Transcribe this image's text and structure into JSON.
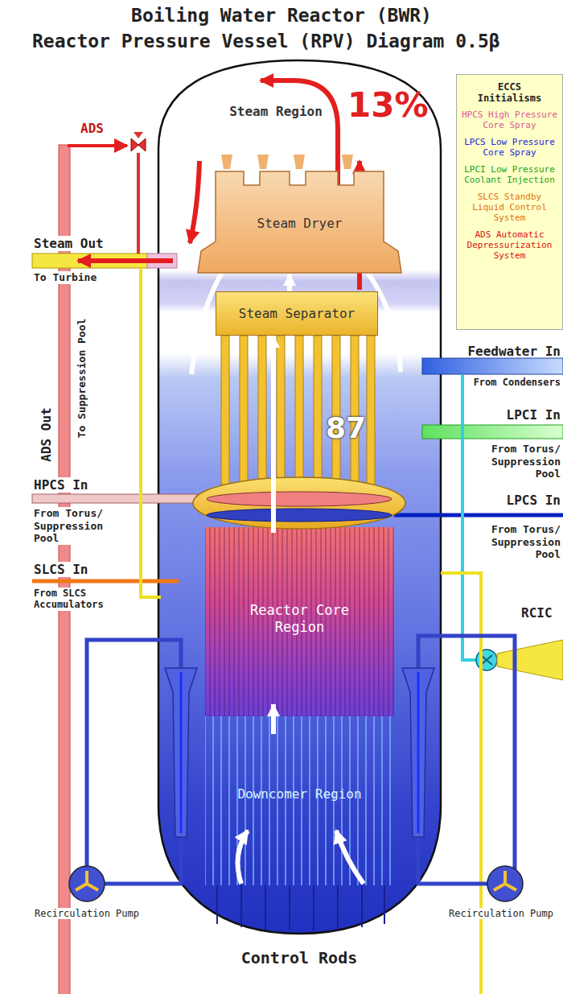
{
  "diagram": {
    "title": "Boiling Water Reactor (BWR)",
    "nodes": [
      {
        "text": [
          "Steam Region"
        ]
      },
      {
        "text": [
          "ECCS Initialisms",
          "HPCS High Pressure Core Spray",
          "LPCS Low Pressure Core Spray",
          "LPCI Low Pressure Coolant Injection",
          "SLCS Standby Liquid Control System",
          "ADS Automatic Depressurization System"
        ]
      },
      {
        "text": [
          "Steam Dryer"
        ]
      },
      {
        "text": [
          "Steam Separator"
        ]
      },
      {
        "text": [
          "Reactor Core Region"
        ]
      },
      {
        "text": [
          "Downcomer Region"
        ]
      },
      {
        "text": [
          "Recirculation Pump"
        ]
      },
      {
        "text": [
          "Recirculation Pump"
        ]
      }
    ],
    "edges": [
      {
        "from": 5,
        "to": 4,
        "arrow": "to"
      },
      {
        "from": 4,
        "to": 3,
        "arrow": "to"
      },
      {
        "from": 3,
        "to": 2,
        "arrow": "to"
      }
    ],
    "labels": [
      "Reactor Pressure Vessel (RPV) Diagram 0.5β",
      "13%",
      "ADS",
      "Steam Out",
      "To Turbine",
      "ADS Out",
      "To Suppression Pool",
      "Feedwater In",
      "From Condensers",
      "87",
      "LPCI In",
      "From Torus/ Suppression Pool",
      "HPCS In",
      "From Torus/ Suppression Pool",
      "LPCS In",
      "From Torus/ Suppression Pool",
      "SLCS In",
      "From SLCS Accumulators",
      "RCIC",
      "Control Rods"
    ]
  }
}
